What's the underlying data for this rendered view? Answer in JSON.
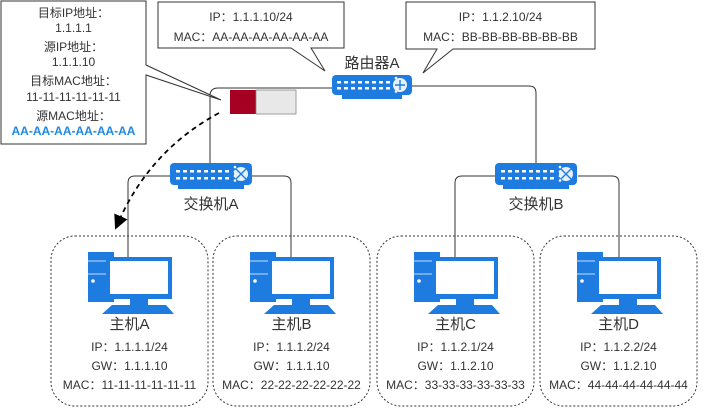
{
  "router": {
    "label": "路由器A",
    "left_interface": {
      "ip": "IP：1.1.1.10/24",
      "mac": "MAC：AA-AA-AA-AA-AA-AA"
    },
    "right_interface": {
      "ip": "IP：1.1.2.10/24",
      "mac": "MAC：BB-BB-BB-BB-BB-BB"
    }
  },
  "switches": [
    {
      "label": "交换机A"
    },
    {
      "label": "交换机B"
    }
  ],
  "packet_info": {
    "dst_ip_label": "目标IP地址：",
    "dst_ip": "1.1.1.1",
    "src_ip_label": "源IP地址：",
    "src_ip": "1.1.1.10",
    "dst_mac_label": "目标MAC地址：",
    "dst_mac": "11-11-11-11-11-11",
    "src_mac_label": "源MAC地址：",
    "src_mac": "AA-AA-AA-AA-AA-AA"
  },
  "hosts": [
    {
      "name": "主机A",
      "ip": "IP：1.1.1.1/24",
      "gw": "GW：1.1.1.10",
      "mac": "MAC：11-11-11-11-11-11"
    },
    {
      "name": "主机B",
      "ip": "IP：1.1.1.2/24",
      "gw": "GW：1.1.1.10",
      "mac": "MAC：22-22-22-22-22-22"
    },
    {
      "name": "主机C",
      "ip": "IP：1.1.2.1/24",
      "gw": "GW：1.1.2.10",
      "mac": "MAC：33-33-33-33-33-33"
    },
    {
      "name": "主机D",
      "ip": "IP：1.1.2.2/24",
      "gw": "GW：1.1.2.10",
      "mac": "MAC：44-44-44-44-44-44"
    }
  ],
  "colors": {
    "device_blue": "#1e7be0",
    "packet_red": "#a50021",
    "packet_gray": "#e8e8e8",
    "highlight_blue": "#1e88e5"
  }
}
